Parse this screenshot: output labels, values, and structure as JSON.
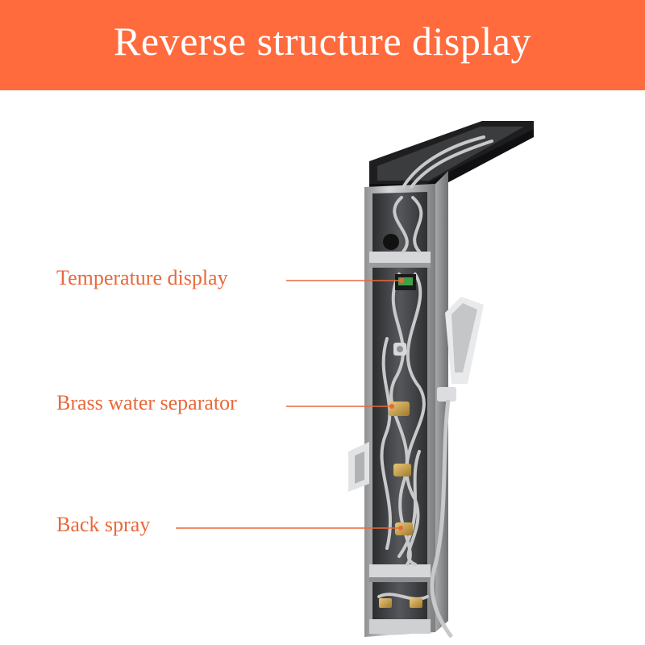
{
  "banner": {
    "title": "Reverse structure display",
    "color": "#ff6b3d"
  },
  "labels": [
    {
      "text": "Temperature display"
    },
    {
      "text": "Brass water separator"
    },
    {
      "text": "Back spray"
    }
  ],
  "colors": {
    "label_text": "#e8693b",
    "leader_line": "#e8693b",
    "panel_frame": "#b9bbbd",
    "panel_interior": "#3a3b3d",
    "top_shelf": "#1e1e20",
    "hose": "#c9c9cb",
    "brass": "#c9a24a"
  }
}
